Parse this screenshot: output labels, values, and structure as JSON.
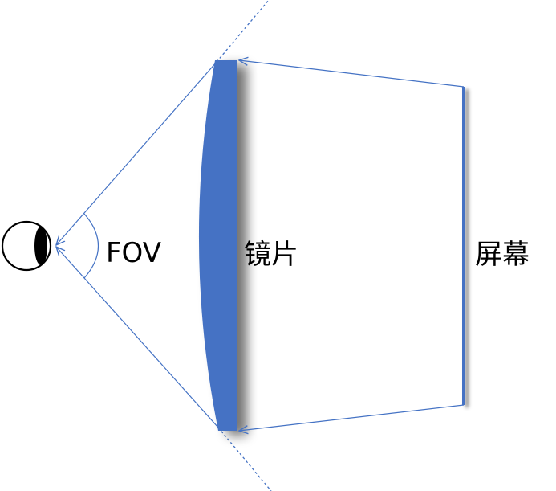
{
  "labels": {
    "fov": "FOV",
    "lens": "镜片",
    "screen": "屏幕"
  },
  "colors": {
    "accent": "#4472C4",
    "line": "#4472C4",
    "eye_stroke": "#000000",
    "eye_pupil": "#000000",
    "shadow": "#9a9a9a"
  },
  "icons": {
    "eye": "eye-icon"
  }
}
